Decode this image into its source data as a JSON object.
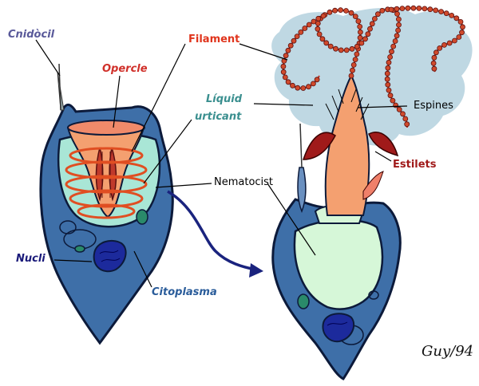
{
  "labels": {
    "cnidocil": "Cnidòcil",
    "opercle": "Opercle",
    "filament": "Filament",
    "liquid_line1": "Líquid",
    "liquid_line2": "urticant",
    "espines": "Espines",
    "estilets": "Estilets",
    "nematocist": "Nematocist",
    "nucli": "Nucli",
    "citoplasma": "Citoplasma",
    "signature": "Guy/94"
  },
  "colors": {
    "cnidocil": "#5a5a9a",
    "opercle": "#d0302a",
    "filament": "#e0341c",
    "liquid": "#3a8f8f",
    "espines": "#000000",
    "estilets": "#a01a1a",
    "nematocist": "#000000",
    "nucli": "#1a1a7a",
    "citoplasma": "#2a5c9a",
    "cell_body": "#3e6fa8",
    "cell_outline": "#0c1a3a",
    "capsule_fluid": "#a9e6d6",
    "capsule_pale": "#d6f7d8",
    "tube": "#f4a070",
    "coil": "#e04e22",
    "nucleus": "#1c2a9c",
    "splash": "#b8d4e0",
    "arrow": "#1a237e"
  }
}
